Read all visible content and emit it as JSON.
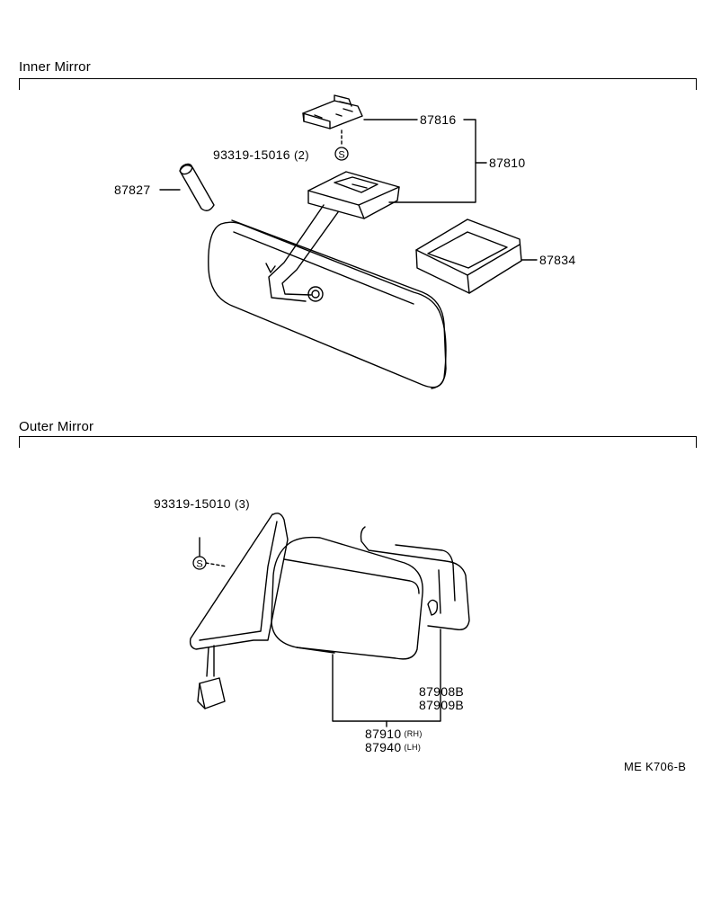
{
  "sections": {
    "inner": {
      "title": "Inner Mirror"
    },
    "outer": {
      "title": "Outer Mirror"
    }
  },
  "parts": {
    "p87816": "87816",
    "p93319_15016": "93319-15016",
    "p93319_15016_qty": "(2)",
    "p87810": "87810",
    "p87827": "87827",
    "p87834": "87834",
    "p93319_15010": "93319-15010",
    "p93319_15010_qty": "(3)",
    "p87908B": "87908B",
    "p87909B": "87909B",
    "p87910": "87910",
    "p87910_side": "(RH)",
    "p87940": "87940",
    "p87940_side": "(LH)"
  },
  "symbols": {
    "screw": "S"
  },
  "figure_code": "ME K706-B"
}
